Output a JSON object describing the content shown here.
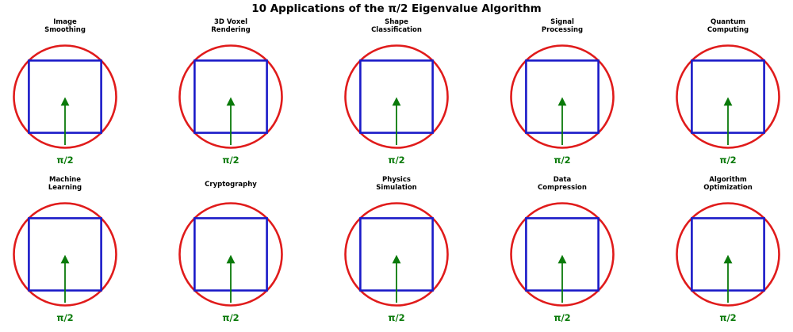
{
  "title": "10 Applications of the π/2 Eigenvalue Algorithm",
  "colors": {
    "circle": "#e01b1b",
    "square": "#1a1ac8",
    "arrow": "#0a7a0a",
    "label": "#0a7a0a"
  },
  "panels": [
    {
      "title": "Image\nSmoothing",
      "label": "π/2"
    },
    {
      "title": "3D Voxel\nRendering",
      "label": "π/2"
    },
    {
      "title": "Shape\nClassification",
      "label": "π/2"
    },
    {
      "title": "Signal\nProcessing",
      "label": "π/2"
    },
    {
      "title": "Quantum\nComputing",
      "label": "π/2"
    },
    {
      "title": "Machine\nLearning",
      "label": "π/2"
    },
    {
      "title": "Cryptography",
      "label": "π/2"
    },
    {
      "title": "Physics\nSimulation",
      "label": "π/2"
    },
    {
      "title": "Data\nCompression",
      "label": "π/2"
    },
    {
      "title": "Algorithm\nOptimization",
      "label": "π/2"
    }
  ]
}
